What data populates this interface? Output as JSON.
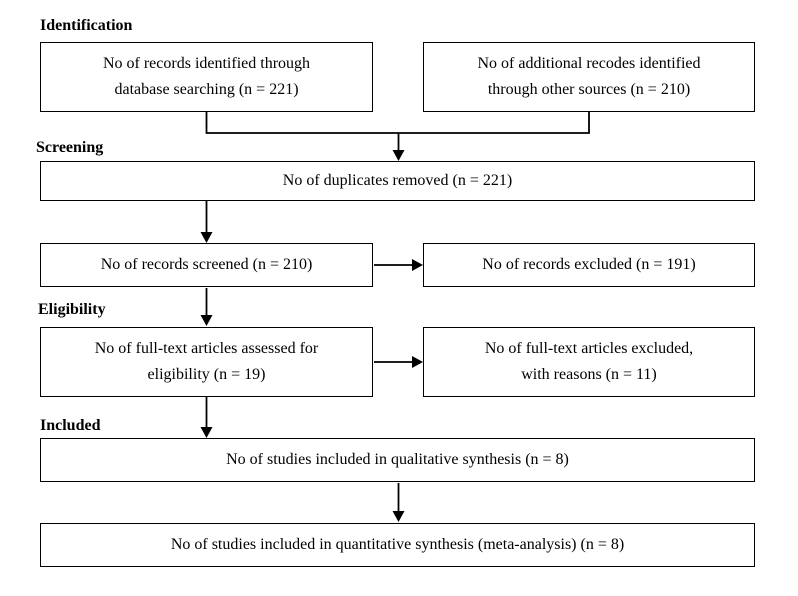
{
  "colors": {
    "background": "#ffffff",
    "border": "#000000",
    "text": "#000000",
    "arrow": "#000000"
  },
  "sections": [
    {
      "id": "identification",
      "label": "Identification"
    },
    {
      "id": "screening",
      "label": "Screening"
    },
    {
      "id": "eligibility",
      "label": "Eligibility"
    },
    {
      "id": "included",
      "label": "Included"
    }
  ],
  "boxes": {
    "records_identified": {
      "lines": [
        "No of records identified through",
        "database searching (n = 221)"
      ]
    },
    "additional_records": {
      "lines": [
        "No of additional recodes identified",
        "through other sources (n = 210)"
      ]
    },
    "duplicates_removed": {
      "lines": [
        "No of duplicates removed (n = 221)"
      ]
    },
    "records_screened": {
      "lines": [
        "No of records screened (n = 210)"
      ]
    },
    "records_excluded": {
      "lines": [
        "No of records excluded (n = 191)"
      ]
    },
    "fulltext_assessed": {
      "lines": [
        "No of full-text articles assessed for",
        "eligibility (n = 19)"
      ]
    },
    "fulltext_excluded": {
      "lines": [
        "No of full-text articles excluded,",
        "with reasons (n = 11)"
      ]
    },
    "qualitative_synthesis": {
      "lines": [
        "No of studies included in qualitative synthesis (n = 8)"
      ]
    },
    "quantitative_synthesis": {
      "lines": [
        "No of studies included in quantitative synthesis (meta-analysis) (n = 8)"
      ]
    }
  },
  "flow_edges": [
    {
      "from": "records_identified",
      "to": "duplicates_removed"
    },
    {
      "from": "additional_records",
      "to": "duplicates_removed"
    },
    {
      "from": "duplicates_removed",
      "to": "records_screened"
    },
    {
      "from": "records_screened",
      "to": "records_excluded"
    },
    {
      "from": "records_screened",
      "to": "fulltext_assessed"
    },
    {
      "from": "fulltext_assessed",
      "to": "fulltext_excluded"
    },
    {
      "from": "fulltext_assessed",
      "to": "qualitative_synthesis"
    },
    {
      "from": "qualitative_synthesis",
      "to": "quantitative_synthesis"
    }
  ]
}
